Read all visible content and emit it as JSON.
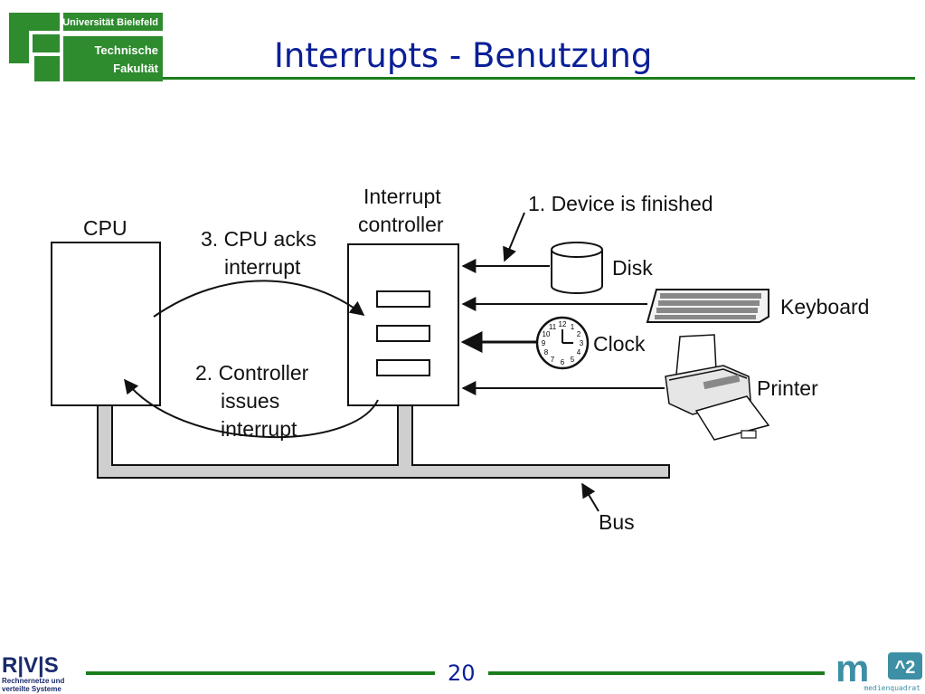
{
  "header": {
    "logo_line1": "Universität Bielefeld",
    "logo_line2": "Technische",
    "logo_line3": "Fakultät",
    "title": "Interrupts - Benutzung"
  },
  "diagram": {
    "cpu_label": "CPU",
    "controller_label_line1": "Interrupt",
    "controller_label_line2": "controller",
    "step1": "1. Device is finished",
    "step2_line1": "2. Controller",
    "step2_line2": "issues",
    "step2_line3": "interrupt",
    "step3_line1": "3. CPU acks",
    "step3_line2": "interrupt",
    "devices": [
      "Disk",
      "Keyboard",
      "Clock",
      "Printer"
    ],
    "clock_numbers": [
      "12",
      "1",
      "2",
      "3",
      "4",
      "5",
      "6",
      "7",
      "8",
      "9",
      "10",
      "11"
    ],
    "bus_label": "Bus"
  },
  "footer": {
    "rvs_logo_text": "R|V|S",
    "rvs_subtitle_line1": "Rechnernetze und",
    "rvs_subtitle_line2": "verteilte Systeme",
    "page_number": "20",
    "m2_logo_text": "m",
    "m2_logo_super": "^2",
    "m2_subtitle": "medienquadrat"
  },
  "colors": {
    "title": "#0a1f96",
    "rule_green": "#1b7d1b",
    "logo_green": "#2e8b2e",
    "m2_teal": "#3d8fa6"
  }
}
